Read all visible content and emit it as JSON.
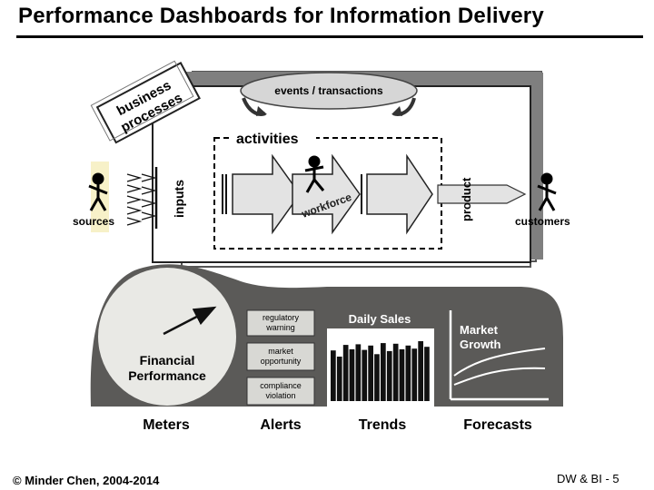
{
  "slide": {
    "title": "Performance Dashboards for Information Delivery",
    "footer_left": "© Minder Chen, 2004-2014",
    "footer_right": "DW & BI - 5"
  },
  "process": {
    "events_label": "events / transactions",
    "business_processes_label": [
      "business",
      "processes"
    ],
    "activities_label": "activities",
    "inputs_label": "inputs",
    "workforce_label": "workforce",
    "product_label": "product",
    "sources_label": "sources",
    "customers_label": "customers"
  },
  "dashboard": {
    "meter": {
      "title_line1": "Financial",
      "title_line2": "Performance"
    },
    "alerts": [
      {
        "line1": "regulatory",
        "line2": "warning"
      },
      {
        "line1": "market",
        "line2": "opportunity"
      },
      {
        "line1": "compliance",
        "line2": "violation"
      }
    ],
    "trend_title": "Daily Sales",
    "forecast_title_line1": "Market",
    "forecast_title_line2": "Growth",
    "captions": {
      "meters": "Meters",
      "alerts": "Alerts",
      "trends": "Trends",
      "forecasts": "Forecasts"
    }
  },
  "chart_data": {
    "type": "bar",
    "title": "Daily Sales",
    "values": [
      0.82,
      0.72,
      0.91,
      0.84,
      0.92,
      0.83,
      0.9,
      0.76,
      0.94,
      0.81,
      0.93,
      0.84,
      0.9,
      0.85,
      0.97,
      0.88
    ]
  },
  "colors": {
    "panel": "#5b5a58",
    "meter_face": "#e9e9e5",
    "alert_box": "#d8d8d4",
    "stack_gray": "#7f7f7f",
    "sources_highlight": "#f7f1c8",
    "arrow_fill": "#e3e3e3"
  }
}
